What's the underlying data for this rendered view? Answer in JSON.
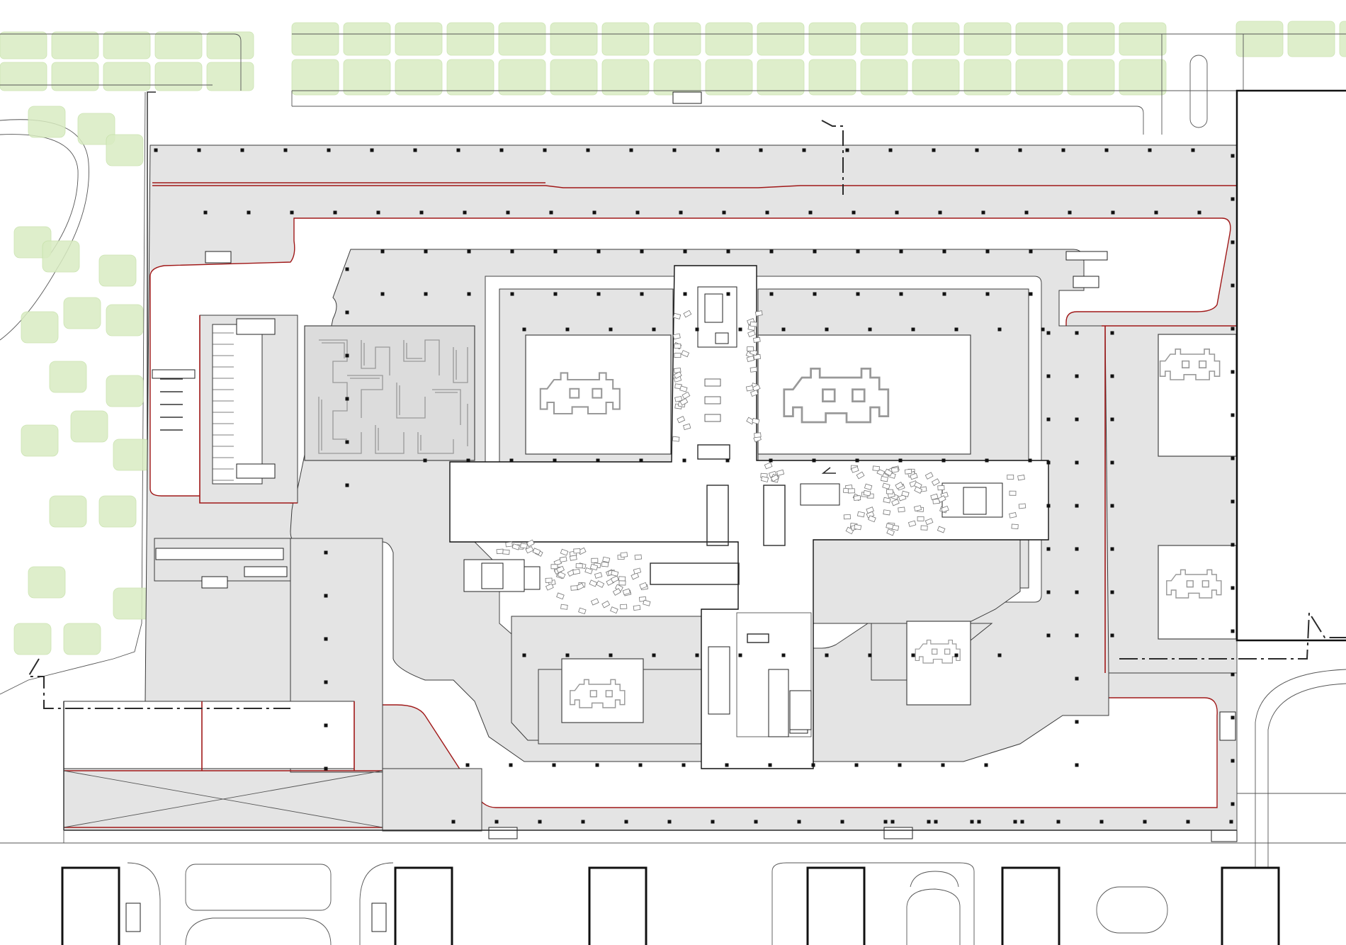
{
  "plan": {
    "colors": {
      "floor": "#e4e4e4",
      "red_line": "#a01818",
      "tree": "#d9ecc2",
      "wall": "#2a2a2a",
      "background": "#ffffff"
    },
    "courtyards": [
      {
        "name": "courtyard-northwest",
        "icon": "maze-pattern"
      },
      {
        "name": "courtyard-north-left",
        "icon": "space-invader-icon"
      },
      {
        "name": "courtyard-north-right",
        "icon": "space-invader-icon"
      },
      {
        "name": "courtyard-east-upper",
        "icon": "space-invader-icon"
      },
      {
        "name": "courtyard-east-lower",
        "icon": "space-invader-icon"
      },
      {
        "name": "courtyard-south-left",
        "icon": "space-invader-icon"
      },
      {
        "name": "courtyard-south-right",
        "icon": "space-invader-icon"
      }
    ],
    "cores": [
      "core-north",
      "core-west",
      "core-east",
      "core-south"
    ],
    "section_marks": [
      "section-mark-north",
      "section-mark-west",
      "section-mark-east"
    ]
  }
}
